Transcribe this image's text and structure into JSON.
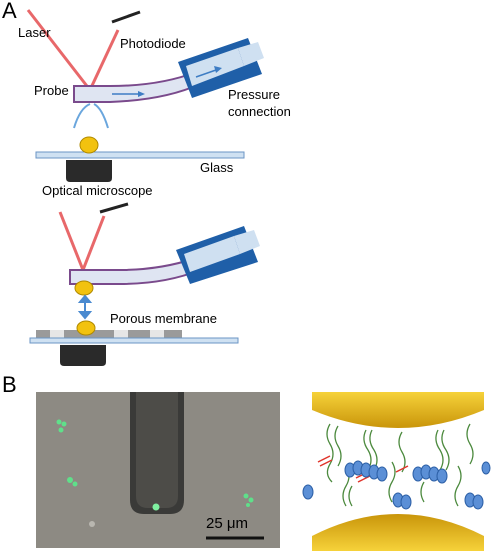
{
  "panel_a": {
    "letter": "A",
    "labels": {
      "laser": "Laser",
      "photodiode": "Photodiode",
      "probe": "Probe",
      "pressure_line1": "Pressure",
      "pressure_line2": "connection",
      "glass": "Glass",
      "microscope": "Optical microscope",
      "membrane": "Porous membrane"
    }
  },
  "panel_b": {
    "letter": "B",
    "scale_bar": "25 μm"
  },
  "colors": {
    "laser": "#e8686a",
    "probe_fill": "#dfe5f2",
    "probe_outline": "#7a4a8c",
    "tube_dark": "#1f5fa8",
    "tube_light": "#cfe0f1",
    "flow_arrow": "#3e7dc4",
    "glass": "#cfe1f2",
    "glass_edge": "#6b95c4",
    "bead": "#f2c20f",
    "microscope": "#2a2a2a",
    "membrane": "#9a9a9a",
    "micro_bg": "#8d8a83",
    "fluor_green": "#5fe08a"
  }
}
